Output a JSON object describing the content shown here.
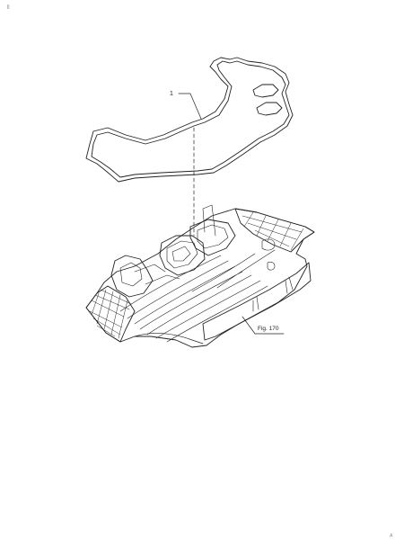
{
  "diagram": {
    "corner_mark": "||",
    "callouts": [
      {
        "label": "1"
      }
    ],
    "figure_reference": "Fig. 170",
    "page_mark": "A"
  },
  "colors": {
    "line": "#222222",
    "background": "#ffffff"
  }
}
